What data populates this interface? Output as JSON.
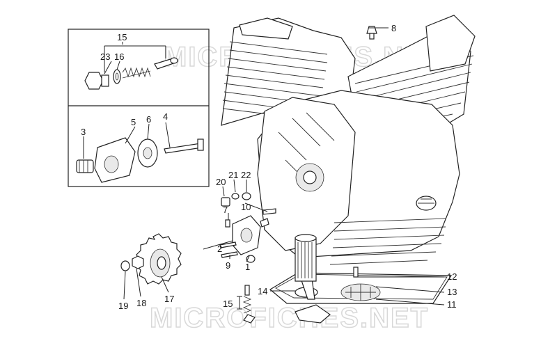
{
  "watermark": "MICROFICHES.NET",
  "watermark_bottom": "MICROFICHES.NET",
  "callouts": [
    {
      "id": "c15a",
      "text": "15"
    },
    {
      "id": "c23",
      "text": "23"
    },
    {
      "id": "c16",
      "text": "16"
    },
    {
      "id": "c3",
      "text": "3"
    },
    {
      "id": "c5",
      "text": "5"
    },
    {
      "id": "c6",
      "text": "6"
    },
    {
      "id": "c4",
      "text": "4"
    },
    {
      "id": "c8",
      "text": "8"
    },
    {
      "id": "c20",
      "text": "20"
    },
    {
      "id": "c21",
      "text": "21"
    },
    {
      "id": "c22",
      "text": "22"
    },
    {
      "id": "c10",
      "text": "10"
    },
    {
      "id": "c7",
      "text": "7"
    },
    {
      "id": "c9",
      "text": "9"
    },
    {
      "id": "c1",
      "text": "1"
    },
    {
      "id": "c2",
      "text": "2"
    },
    {
      "id": "c19",
      "text": "19"
    },
    {
      "id": "c18",
      "text": "18"
    },
    {
      "id": "c17",
      "text": "17"
    },
    {
      "id": "c14",
      "text": "14"
    },
    {
      "id": "c15b",
      "text": "15"
    },
    {
      "id": "c12",
      "text": "12"
    },
    {
      "id": "c13",
      "text": "13"
    },
    {
      "id": "c11",
      "text": "11"
    }
  ]
}
